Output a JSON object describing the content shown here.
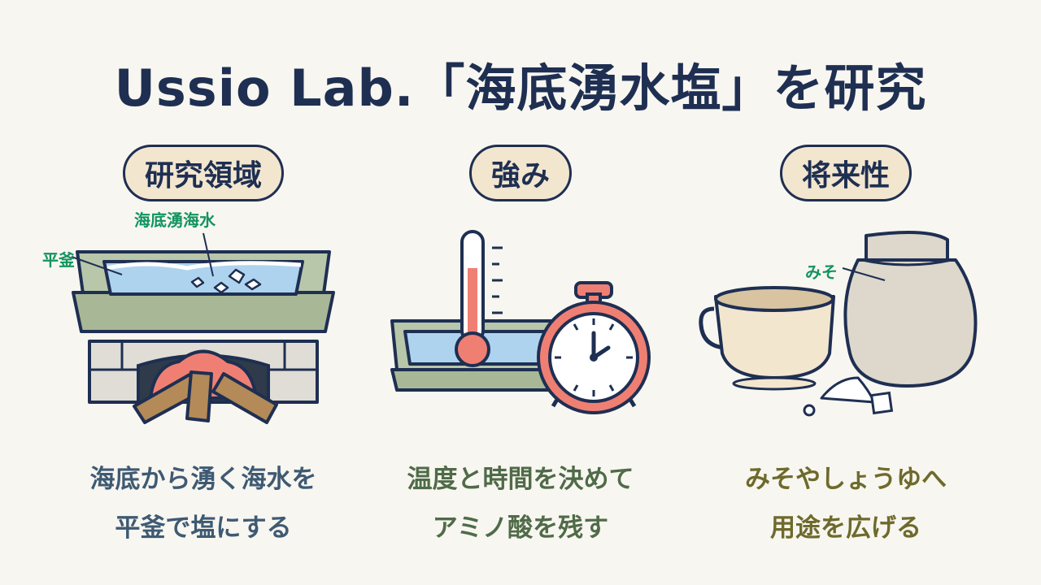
{
  "title": "Ussio Lab.「海底湧水塩」を研究",
  "columns": [
    {
      "heading": "研究領域",
      "labels": {
        "source": "海底湧海水",
        "pan": "平釜"
      },
      "caption": [
        "海底から湧く海水を",
        "平釜で塩にする"
      ]
    },
    {
      "heading": "強み",
      "caption": [
        "温度と時間を決めて",
        "アミノ酸を残す"
      ]
    },
    {
      "heading": "将来性",
      "labels": {
        "miso": "みそ"
      },
      "caption": [
        "みそやしょうゆへ",
        "用途を広げる"
      ]
    }
  ],
  "icons": [
    "salt-pan-over-fire-icon",
    "thermometer-icon",
    "stopwatch-icon",
    "cup-icon",
    "jar-icon",
    "salt-pile-icon"
  ],
  "colors": {
    "title": "#1e2f52",
    "pill_bg": "#f3e6cf",
    "label_green": "#12945f",
    "caption_blue": "#3e5a73",
    "caption_green": "#4f6b48",
    "caption_olive": "#6e6a2c"
  }
}
